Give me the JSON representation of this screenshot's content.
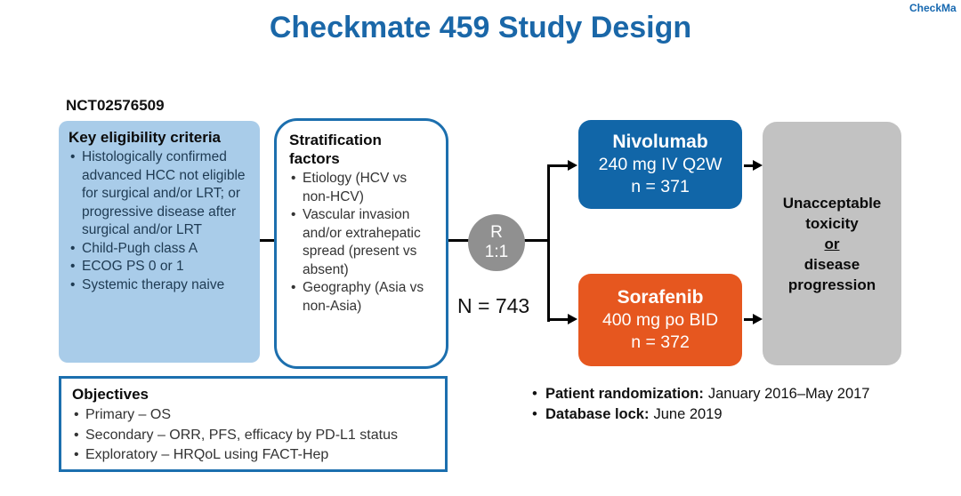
{
  "slide": {
    "title": "Checkmate 459 Study Design",
    "brand": "CheckMa",
    "nct": "NCT02576509"
  },
  "eligibility": {
    "heading": "Key eligibility criteria",
    "items": [
      "Histologically confirmed advanced HCC not eligible for surgical and/or LRT; or progressive disease after surgical and/or LRT",
      "Child-Pugh class A",
      "ECOG PS 0 or 1",
      "Systemic therapy naive"
    ]
  },
  "stratification": {
    "heading": "Stratification factors",
    "items": [
      "Etiology (HCV vs non-HCV)",
      "Vascular invasion and/or extrahepatic spread (present vs absent)",
      "Geography (Asia vs non-Asia)"
    ]
  },
  "randomization": {
    "symbol": "R",
    "ratio": "1:1",
    "n_total": "N = 743"
  },
  "arms": [
    {
      "name": "Nivolumab",
      "dose": "240 mg IV Q2W",
      "n": "n = 371",
      "color": "#1166a8"
    },
    {
      "name": "Sorafenib",
      "dose": "400 mg po BID",
      "n": "n = 372",
      "color": "#e6571f"
    }
  ],
  "endpoint": {
    "lines": [
      "Unacceptable",
      "toxicity",
      "or",
      "disease",
      "progression"
    ]
  },
  "objectives": {
    "heading": "Objectives",
    "items": [
      "Primary – OS",
      "Secondary – ORR, PFS, efficacy by PD-L1 status",
      "Exploratory – HRQoL using FACT-Hep"
    ]
  },
  "timeline": [
    {
      "label": "Patient randomization:",
      "value": "January 2016–May 2017"
    },
    {
      "label": "Database lock:",
      "value": "June 2019"
    }
  ],
  "colors": {
    "title_blue": "#1a67a8",
    "arm_blue": "#1166a8",
    "arm_orange": "#e6571f",
    "eligibility_light_blue": "#a9cce9",
    "border_blue": "#1c6fae",
    "endpoint_gray": "#c2c2c2",
    "circle_gray": "#909090"
  }
}
